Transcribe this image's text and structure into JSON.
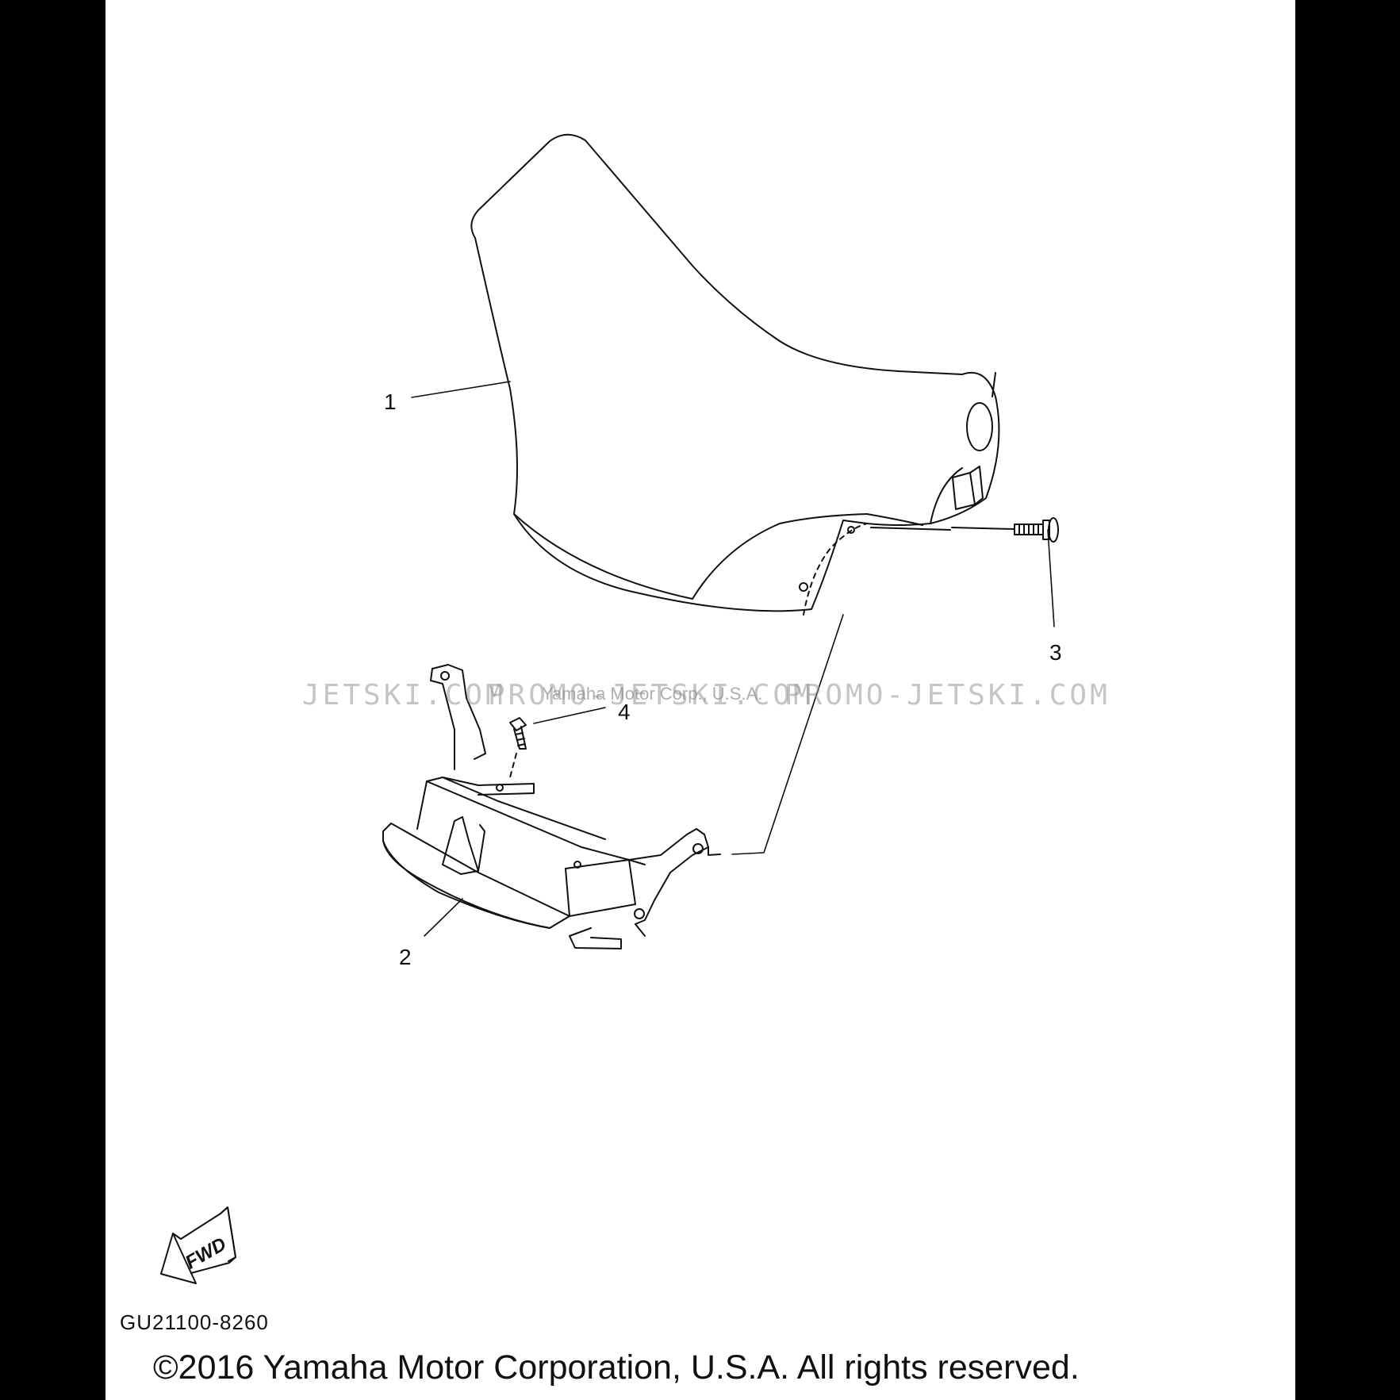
{
  "callouts": [
    {
      "id": "1",
      "label": "1"
    },
    {
      "id": "2",
      "label": "2"
    },
    {
      "id": "3",
      "label": "3"
    },
    {
      "id": "4",
      "label": "4"
    }
  ],
  "fwd_arrow": {
    "label": "FWD"
  },
  "watermarks": {
    "left": "JETSKI.COM",
    "center": "PROMO-JETSKI.COM",
    "right": "PROMO-JETSKI.COM",
    "small": "Yamaha Motor Corp., U.S.A."
  },
  "reference_code": "GU21100-8260",
  "copyright": "©2016 Yamaha Motor Corporation, U.S.A. All rights reserved."
}
